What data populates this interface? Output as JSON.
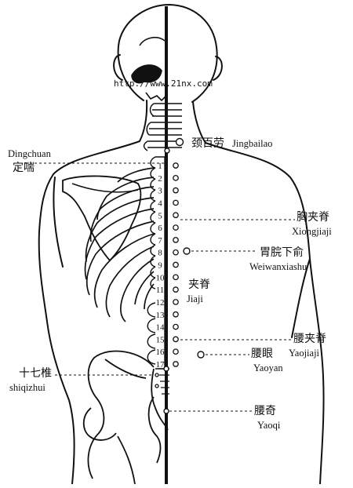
{
  "watermark": "http://www.21nx.com",
  "vertebra_numbers": [
    "1",
    "2",
    "3",
    "4",
    "5",
    "6",
    "7",
    "8",
    "9",
    "10",
    "11",
    "12",
    "13",
    "14",
    "15",
    "16",
    "17"
  ],
  "points": {
    "jingbailao": {
      "cn": "颈百劳",
      "py": "Jingbailao"
    },
    "dingchuan": {
      "cn": "定喘",
      "py": "Dingchuan"
    },
    "xiongjiaji": {
      "cn": "胸夹脊",
      "py": "Xiongjiaji"
    },
    "weiwanxiashu": {
      "cn": "胃脘下俞",
      "py": "Weiwanxiashu"
    },
    "jiaji": {
      "cn": "夹脊",
      "py": "Jiaji"
    },
    "yaojiaji": {
      "cn": "腰夹脊",
      "py": "Yaojiaji"
    },
    "yaoyan": {
      "cn": "腰眼",
      "py": "Yaoyan"
    },
    "shiqizhui": {
      "cn": "十七椎",
      "py": "shiqizhui"
    },
    "yaoqi": {
      "cn": "腰奇",
      "py": "Yaoqi"
    }
  }
}
